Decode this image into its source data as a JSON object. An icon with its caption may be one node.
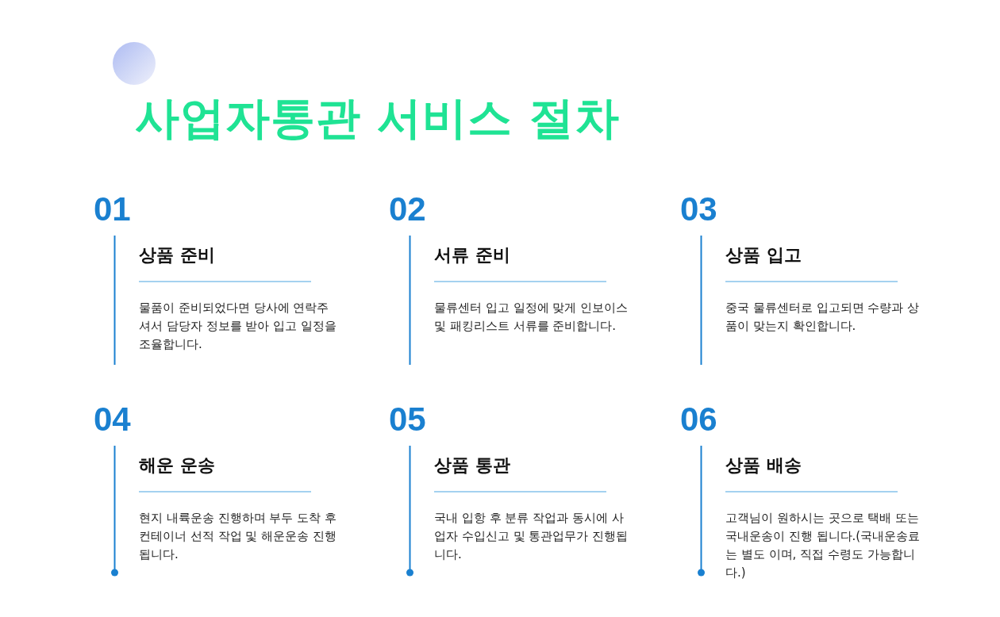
{
  "diagram": {
    "title": "사업자통관 서비스 절차",
    "nodes": [
      {
        "text": [
          "01",
          "상품 준비",
          "물품이 준비되었다면 당사에 연락주셔서 담당자 정보를 받아 입고 일정을 조율합니다."
        ]
      },
      {
        "text": [
          "02",
          "서류 준비",
          "물류센터 입고 일정에 맞게 인보이스 및 패킹리스트 서류를 준비합니다."
        ]
      },
      {
        "text": [
          "03",
          "상품 입고",
          "중국 물류센터로 입고되면 수량과 상품이 맞는지 확인합니다."
        ]
      },
      {
        "text": [
          "04",
          "해운 운송",
          "현지 내륙운송 진행하며 부두 도착 후 컨테이너 선적 작업 및 해운운송 진행됩니다."
        ]
      },
      {
        "text": [
          "05",
          "상품 통관",
          "국내 입항 후 분류 작업과 동시에 사업자 수입신고 및 통관업무가 진행됩니다."
        ]
      },
      {
        "text": [
          "06",
          "상품 배송",
          "고객님이 원하시는 곳으로 택배 또는 국내운송이 진행 됩니다.(국내운송료는 별도 이며, 직접 수령도 가능합니다.)"
        ]
      }
    ]
  }
}
